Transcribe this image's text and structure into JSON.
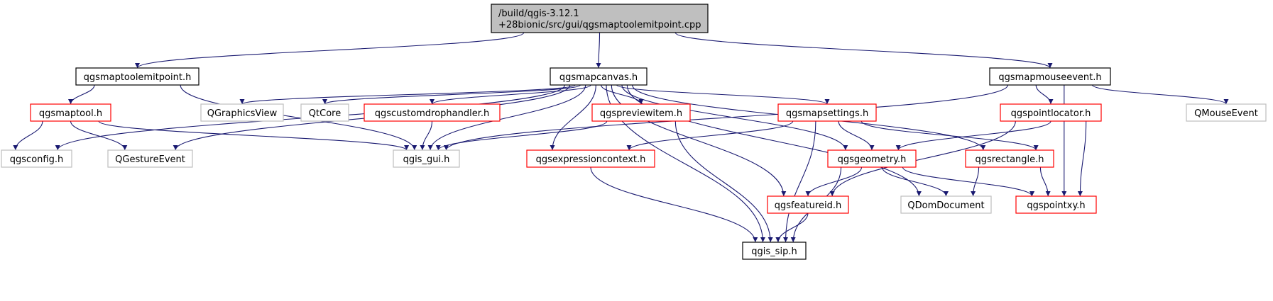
{
  "colors": {
    "edge": "#191970",
    "root_fill": "#bfbfbf",
    "node_black": "#000000",
    "node_red": "#ff0000",
    "node_gray": "#bfbfbf",
    "text": "#000000"
  },
  "nodes": [
    {
      "id": "root",
      "lines": [
        "/build/qgis-3.12.1",
        "+28bionic/src/gui/qgsmaptoolemitpoint.cpp"
      ],
      "style": "root"
    },
    {
      "id": "qgsmaptoolemitpoint_h",
      "lines": [
        "qgsmaptoolemitpoint.h"
      ],
      "style": "black"
    },
    {
      "id": "qgsmapcanvas_h",
      "lines": [
        "qgsmapcanvas.h"
      ],
      "style": "black"
    },
    {
      "id": "qgsmapmouseevent_h",
      "lines": [
        "qgsmapmouseevent.h"
      ],
      "style": "black"
    },
    {
      "id": "qgsmaptool_h",
      "lines": [
        "qgsmaptool.h"
      ],
      "style": "red"
    },
    {
      "id": "qgraphicsview",
      "lines": [
        "QGraphicsView"
      ],
      "style": "gray"
    },
    {
      "id": "qtcore",
      "lines": [
        "QtCore"
      ],
      "style": "gray"
    },
    {
      "id": "qgscustomdrophandler_h",
      "lines": [
        "qgscustomdrophandler.h"
      ],
      "style": "red"
    },
    {
      "id": "qgspreviewitem_h",
      "lines": [
        "qgspreviewitem.h"
      ],
      "style": "red"
    },
    {
      "id": "qgsmapsettings_h",
      "lines": [
        "qgsmapsettings.h"
      ],
      "style": "red"
    },
    {
      "id": "qgspointlocator_h",
      "lines": [
        "qgspointlocator.h"
      ],
      "style": "red"
    },
    {
      "id": "qmouseevent",
      "lines": [
        "QMouseEvent"
      ],
      "style": "gray"
    },
    {
      "id": "qgsconfig_h",
      "lines": [
        "qgsconfig.h"
      ],
      "style": "gray"
    },
    {
      "id": "qgestureevent",
      "lines": [
        "QGestureEvent"
      ],
      "style": "gray"
    },
    {
      "id": "qgis_gui_h",
      "lines": [
        "qgis_gui.h"
      ],
      "style": "gray"
    },
    {
      "id": "qgsexpressioncontext_h",
      "lines": [
        "qgsexpressioncontext.h"
      ],
      "style": "red"
    },
    {
      "id": "qgsgeometry_h",
      "lines": [
        "qgsgeometry.h"
      ],
      "style": "red"
    },
    {
      "id": "qgsrectangle_h",
      "lines": [
        "qgsrectangle.h"
      ],
      "style": "red"
    },
    {
      "id": "qgsfeatureid_h",
      "lines": [
        "qgsfeatureid.h"
      ],
      "style": "red"
    },
    {
      "id": "qdomdocument",
      "lines": [
        "QDomDocument"
      ],
      "style": "gray"
    },
    {
      "id": "qgspointxy_h",
      "lines": [
        "qgspointxy.h"
      ],
      "style": "red"
    },
    {
      "id": "qgis_sip_h",
      "lines": [
        "qgis_sip.h"
      ],
      "style": "black"
    }
  ],
  "edges": [
    [
      "root",
      "qgsmaptoolemitpoint_h"
    ],
    [
      "root",
      "qgsmapcanvas_h"
    ],
    [
      "root",
      "qgsmapmouseevent_h"
    ],
    [
      "qgsmaptoolemitpoint_h",
      "qgsmaptool_h"
    ],
    [
      "qgsmaptoolemitpoint_h",
      "qgis_gui_h"
    ],
    [
      "qgsmapcanvas_h",
      "qgsconfig_h"
    ],
    [
      "qgsmapcanvas_h",
      "qgestureevent"
    ],
    [
      "qgsmapcanvas_h",
      "qgis_gui_h"
    ],
    [
      "qgsmapcanvas_h",
      "qgraphicsview"
    ],
    [
      "qgsmapcanvas_h",
      "qtcore"
    ],
    [
      "qgsmapcanvas_h",
      "qgscustomdrophandler_h"
    ],
    [
      "qgsmapcanvas_h",
      "qgspreviewitem_h"
    ],
    [
      "qgsmapcanvas_h",
      "qgsexpressioncontext_h"
    ],
    [
      "qgsmapcanvas_h",
      "qgsmapsettings_h"
    ],
    [
      "qgsmapcanvas_h",
      "qgsfeatureid_h"
    ],
    [
      "qgsmapcanvas_h",
      "qgsgeometry_h"
    ],
    [
      "qgsmapcanvas_h",
      "qdomdocument"
    ],
    [
      "qgsmapcanvas_h",
      "qgsrectangle_h"
    ],
    [
      "qgsmapcanvas_h",
      "qgis_sip_h"
    ],
    [
      "qgsmapmouseevent_h",
      "qgis_gui_h"
    ],
    [
      "qgsmapmouseevent_h",
      "qgspointlocator_h"
    ],
    [
      "qgsmapmouseevent_h",
      "qgspointxy_h"
    ],
    [
      "qgsmapmouseevent_h",
      "qmouseevent"
    ],
    [
      "qgsmaptool_h",
      "qgsconfig_h"
    ],
    [
      "qgsmaptool_h",
      "qgestureevent"
    ],
    [
      "qgsmaptool_h",
      "qgis_gui_h"
    ],
    [
      "qgscustomdrophandler_h",
      "qgis_gui_h"
    ],
    [
      "qgspreviewitem_h",
      "qgis_gui_h"
    ],
    [
      "qgspreviewitem_h",
      "qgis_sip_h"
    ],
    [
      "qgsmapsettings_h",
      "qgsexpressioncontext_h"
    ],
    [
      "qgsmapsettings_h",
      "qgsgeometry_h"
    ],
    [
      "qgsmapsettings_h",
      "qgsrectangle_h"
    ],
    [
      "qgsmapsettings_h",
      "qgis_sip_h"
    ],
    [
      "qgspointlocator_h",
      "qgsgeometry_h"
    ],
    [
      "qgspointlocator_h",
      "qgsfeatureid_h"
    ],
    [
      "qgspointlocator_h",
      "qgspointxy_h"
    ],
    [
      "qgsexpressioncontext_h",
      "qgis_sip_h"
    ],
    [
      "qgsgeometry_h",
      "qgsfeatureid_h"
    ],
    [
      "qgsgeometry_h",
      "qdomdocument"
    ],
    [
      "qgsgeometry_h",
      "qgspointxy_h"
    ],
    [
      "qgsgeometry_h",
      "qgis_sip_h"
    ],
    [
      "qgsrectangle_h",
      "qdomdocument"
    ],
    [
      "qgsrectangle_h",
      "qgspointxy_h"
    ],
    [
      "qgsfeatureid_h",
      "qgis_sip_h"
    ]
  ]
}
